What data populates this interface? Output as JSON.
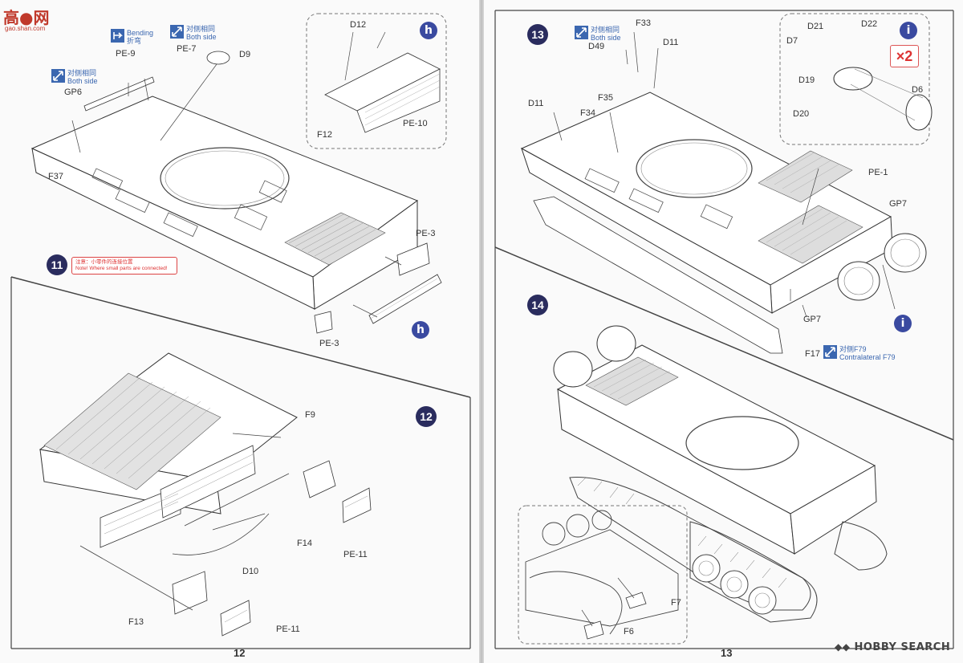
{
  "watermark": {
    "site_cn": "高●网",
    "site_url": "gao.shan.com"
  },
  "left_page": {
    "page_number": "12",
    "steps": [
      "11",
      "12"
    ],
    "bending": {
      "en": "Bending",
      "cn": "折弯"
    },
    "both_side": {
      "cn": "对侧相同",
      "en": "Both side"
    },
    "note": {
      "cn": "注意：小零件的连接位置",
      "en": "Note! Where small parts are connected!"
    },
    "marker_h": "h",
    "labels": {
      "pe9": "PE-9",
      "pe7": "PE-7",
      "d9": "D9",
      "gp6": "GP6",
      "f37": "F37",
      "d12": "D12",
      "f12": "F12",
      "pe10": "PE-10",
      "pe3a": "PE-3",
      "pe3b": "PE-3",
      "f9": "F9",
      "f14": "F14",
      "pe11a": "PE-11",
      "d10": "D10",
      "f13": "F13",
      "pe11b": "PE-11"
    }
  },
  "right_page": {
    "page_number": "13",
    "steps": [
      "13",
      "14"
    ],
    "both_side": {
      "cn": "对侧相同",
      "en": "Both side"
    },
    "contralateral": {
      "cn": "对侧F79",
      "en": "Contralateral F79"
    },
    "marker_i": "i",
    "multiplier": "×2",
    "labels": {
      "f33": "F33",
      "d49": "D49",
      "d11a": "D11",
      "d11b": "D11",
      "f35": "F35",
      "f34": "F34",
      "d21": "D21",
      "d22": "D22",
      "d7": "D7",
      "d19": "D19",
      "d6": "D6",
      "d20": "D20",
      "pe1": "PE-1",
      "gp7a": "GP7",
      "gp7b": "GP7",
      "f17": "F17",
      "f7": "F7",
      "f6": "F6"
    }
  },
  "brand": "HOBBY SEARCH"
}
